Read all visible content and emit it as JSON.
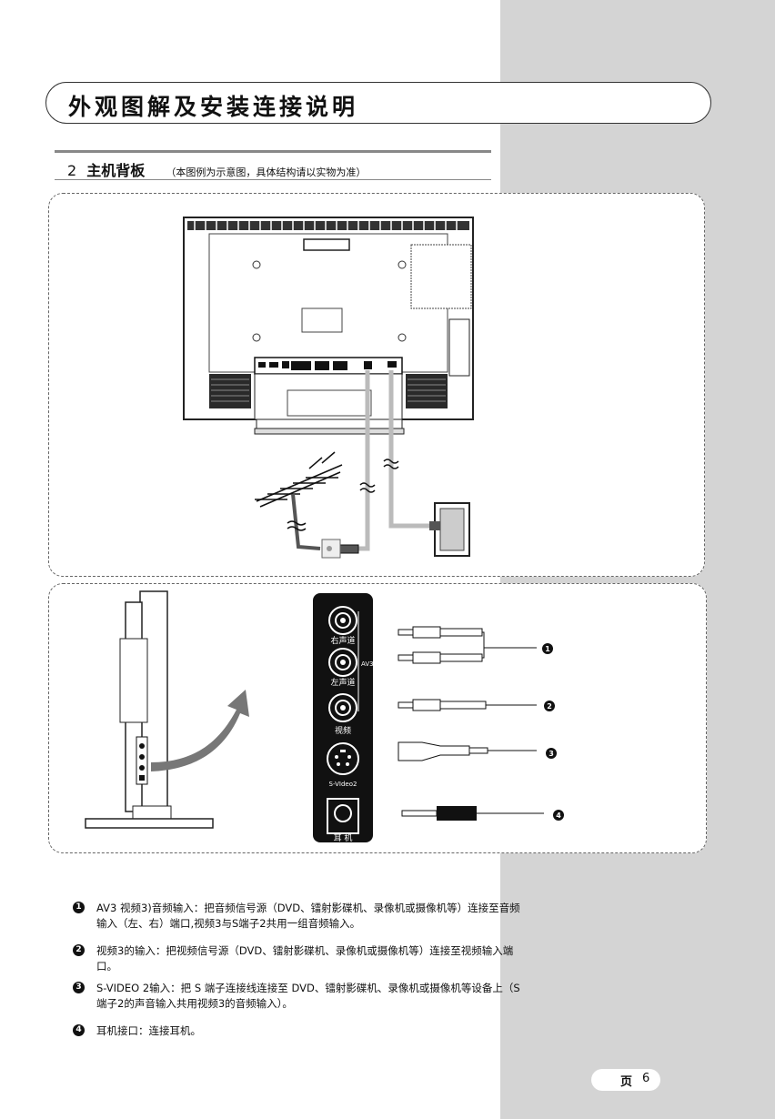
{
  "header": {
    "title": "外观图解及安装连接说明"
  },
  "section": {
    "number": "2",
    "name": "主机背板",
    "note": "（本图例为示意图，具体结构请以实物为准）"
  },
  "connector_panel": {
    "right_audio": "右声道",
    "left_audio": "左声道",
    "group_label": "AV3",
    "video": "视频",
    "svideo": "S-VIdeo2",
    "earphone": "耳 机"
  },
  "cable_markers": [
    "1",
    "2",
    "3",
    "4"
  ],
  "notes": [
    {
      "marker": "1",
      "text": "AV3 视频3)音频输入：把音频信号源（DVD、镭射影碟机、录像机或摄像机等）连接至音频输入（左、右）端口,视频3与S端子2共用一组音频输入。"
    },
    {
      "marker": "2",
      "text": "视频3的输入：把视频信号源（DVD、镭射影碟机、录像机或摄像机等）连接至视频输入端口。"
    },
    {
      "marker": "3",
      "text": "S-VIDEO 2输入：把 S 端子连接线连接至 DVD、镭射影碟机、录像机或摄像机等设备上（S端子2的声音输入共用视频3的音频输入）。"
    },
    {
      "marker": "4",
      "text": "耳机接口：连接耳机。"
    }
  ],
  "page": {
    "label": "页",
    "number": "6"
  }
}
